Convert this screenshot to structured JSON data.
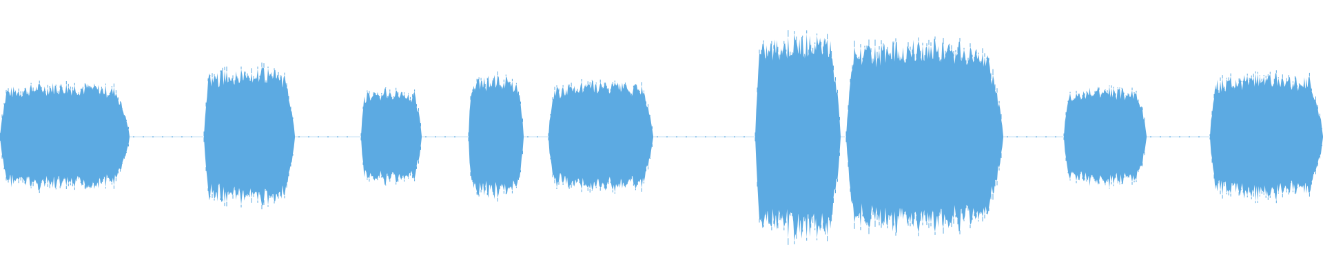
{
  "waveform": {
    "color": "#5caae2",
    "background": "#ffffff",
    "duration_s": 48,
    "segments": [
      {
        "start_s": 0.0,
        "end_s": 4.7,
        "amplitude": 0.44
      },
      {
        "start_s": 7.4,
        "end_s": 10.7,
        "amplitude": 0.56
      },
      {
        "start_s": 13.1,
        "end_s": 15.3,
        "amplitude": 0.39
      },
      {
        "start_s": 17.0,
        "end_s": 19.0,
        "amplitude": 0.49
      },
      {
        "start_s": 19.9,
        "end_s": 23.7,
        "amplitude": 0.45
      },
      {
        "start_s": 27.4,
        "end_s": 30.5,
        "amplitude": 0.83
      },
      {
        "start_s": 30.7,
        "end_s": 36.4,
        "amplitude": 0.78
      },
      {
        "start_s": 38.6,
        "end_s": 41.6,
        "amplitude": 0.4
      },
      {
        "start_s": 43.9,
        "end_s": 48.0,
        "amplitude": 0.51
      }
    ]
  }
}
